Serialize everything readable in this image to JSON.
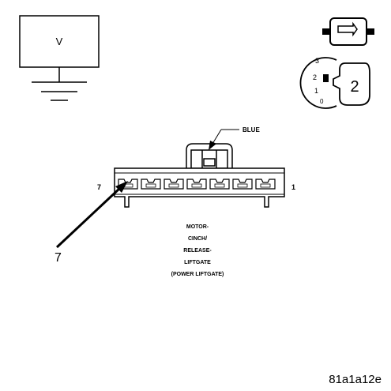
{
  "voltmeter": {
    "label": "V"
  },
  "ignition_switch": {
    "positions": [
      "3",
      "2",
      "1",
      "0"
    ],
    "position_number": "2"
  },
  "connector": {
    "color_label": "BLUE",
    "pin_left": "7",
    "pin_right": "1",
    "pin_callout": "7",
    "pin_count": 7,
    "name_lines": [
      "MOTOR-",
      "CINCH/",
      "RELEASE-",
      "LIFTGATE",
      "(POWER LIFTGATE)"
    ]
  },
  "figure_id": "81a1a12e"
}
